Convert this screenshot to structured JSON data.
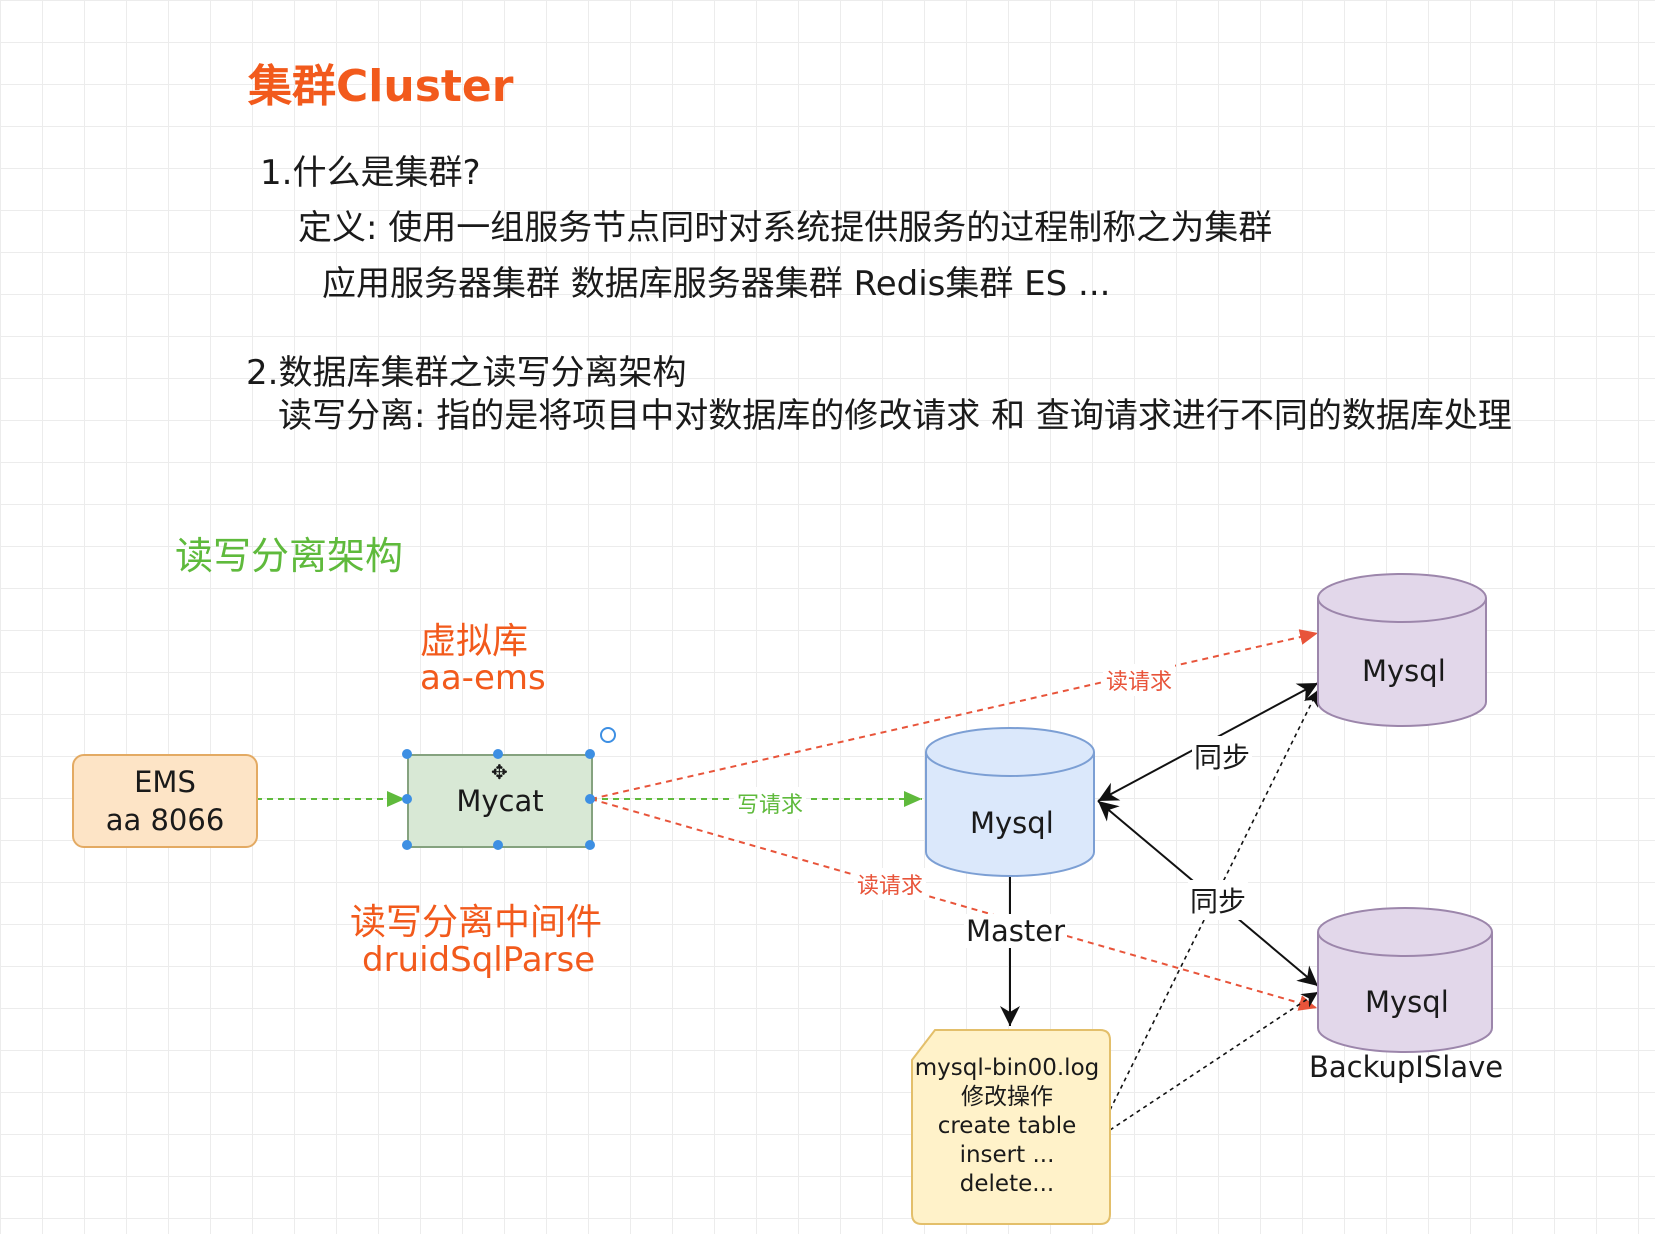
{
  "header": {
    "title": "集群Cluster",
    "q1": "1.什么是集群?",
    "definition": "定义: 使用一组服务节点同时对系统提供服务的过程制称之为集群",
    "types": "应用服务器集群  数据库服务器集群 Redis集群  ES ...",
    "q2": "2.数据库集群之读写分离架构",
    "rw_definition": "读写分离: 指的是将项目中对数据库的修改请求 和 查询请求进行不同的数据库处理"
  },
  "diagram": {
    "section_title": "读写分离架构",
    "virtual_db": {
      "label": "虚拟库",
      "name": "aa-ems"
    },
    "ems": {
      "line1": "EMS",
      "line2": "aa 8066"
    },
    "mycat": {
      "label": "Mycat"
    },
    "middleware": {
      "label": "读写分离中间件",
      "name": "druidSqlParse"
    },
    "master": {
      "db_label": "Mysql",
      "role": "Master"
    },
    "slave_top": {
      "db_label": "Mysql"
    },
    "slave_bottom": {
      "db_label": "Mysql",
      "role": "BackupISlave"
    },
    "edges": {
      "read_top": "读请求",
      "write": "写请求",
      "read_bottom": "读请求",
      "sync_top": "同步",
      "sync_bottom": "同步"
    },
    "binlog": {
      "line1": "mysql-bin00.log",
      "line2": "修改操作",
      "line3": "create table",
      "line4": "insert ...",
      "line5": "delete..."
    },
    "colors": {
      "title": "#f25a1c",
      "section": "#5fba3c",
      "read_edge": "#e8543a",
      "write_edge": "#5fba3c",
      "master_fill": "#dbe8fb",
      "slave_fill": "#e2d7ea",
      "note_fill": "#fff2c9"
    }
  }
}
